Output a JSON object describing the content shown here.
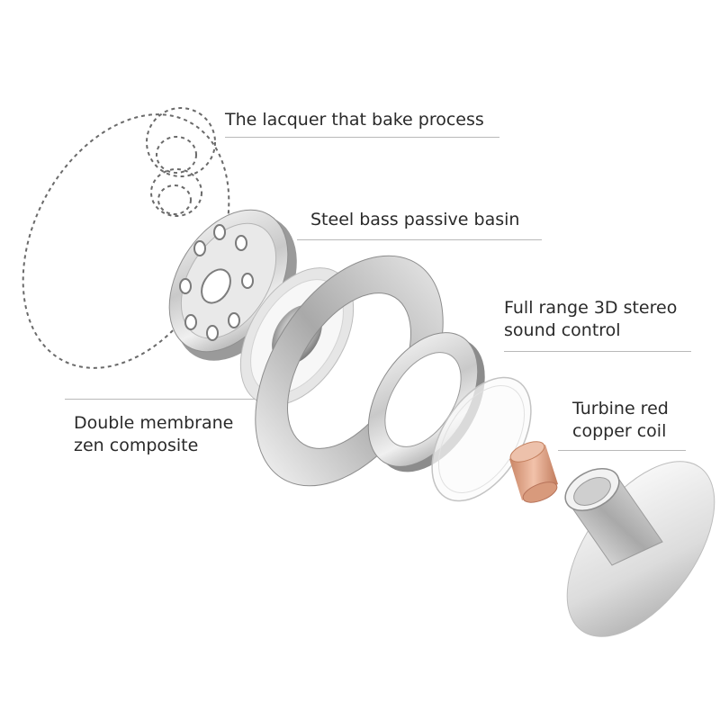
{
  "labels": {
    "lacquer": {
      "lines": [
        "The lacquer that bake process"
      ]
    },
    "steel_basin": {
      "lines": [
        "Steel bass passive basin"
      ]
    },
    "full_range": {
      "lines": [
        "Full range 3D stereo",
        "sound control"
      ]
    },
    "turbine_coil": {
      "lines": [
        "Turbine red",
        "copper coil"
      ]
    },
    "double_membrane": {
      "lines": [
        "Double membrane",
        "zen composite"
      ]
    }
  },
  "colors": {
    "text": "#2a2a2a",
    "leader_line": "#b9b9b9",
    "metal_light": "#f4f4f4",
    "metal_mid": "#c9c9c9",
    "metal_dark": "#8a8a8a",
    "copper": "#e2a283",
    "dashed_outline": "#6a6a6a"
  }
}
